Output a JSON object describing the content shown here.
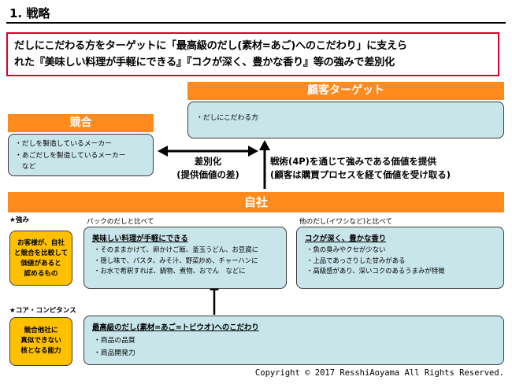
{
  "title": "1. 戦略",
  "summary": {
    "line1": "だしにこだわる方をターゲットに「最高級のだし(素材=あご)へのこだわり」に支えら",
    "line2": "れた『美味しい料理が手軽にできる』『コクが深く、豊かな香り』等の強みで差別化"
  },
  "customer": {
    "header": "顧客ターゲット",
    "items": [
      "・だしにこだわる方"
    ]
  },
  "competition": {
    "header": "競合",
    "items": [
      "・だしを製造しているメーカー",
      "・あごだしを製造しているメーカー",
      "　など"
    ]
  },
  "differentiation": {
    "line1": "差別化",
    "line2": "(提供価値の差)"
  },
  "tactics": {
    "line1": "戦術(4P)を通じて強みである価値を提供",
    "line2": "(顧客は購買プロセスを経て価値を受け取る)"
  },
  "company": {
    "header": "自社"
  },
  "strengths": {
    "label": "★強み",
    "note": [
      "お客様が、自社",
      "と競合を比較して",
      "価値があると",
      "認めるもの"
    ],
    "left": {
      "caption": "パックのだしと比べて",
      "heading": "美味しい料理が手軽にできる",
      "items": [
        "・そのままかけて、卵かけご飯、釜玉うどん、お豆腐に",
        "・隠し味で、パスタ、みそ汁、野菜炒め、チャーハンに",
        "・お水で希釈すれば、鍋物、煮物、おでん　などに"
      ]
    },
    "right": {
      "caption": "他のだし(イワシなど)と比べて",
      "heading": "コクが深く、豊かな香り",
      "items": [
        "・魚の臭みやクセが少ない",
        "・上品であっさりした甘みがある",
        "・高級感があり、深いコクのあるうまみが特徴"
      ]
    }
  },
  "core": {
    "label": "★コア・コンピタンス",
    "note": [
      "競合他社に",
      "真似できない",
      "核となる能力"
    ],
    "heading": "最高級のだし(素材=あご=トビウオ)へのこだわり",
    "items": [
      "・商品の品質",
      "・商品開発力"
    ]
  },
  "copyright": "Copyright © 2017 ResshiAoyama All Rights Reserved."
}
